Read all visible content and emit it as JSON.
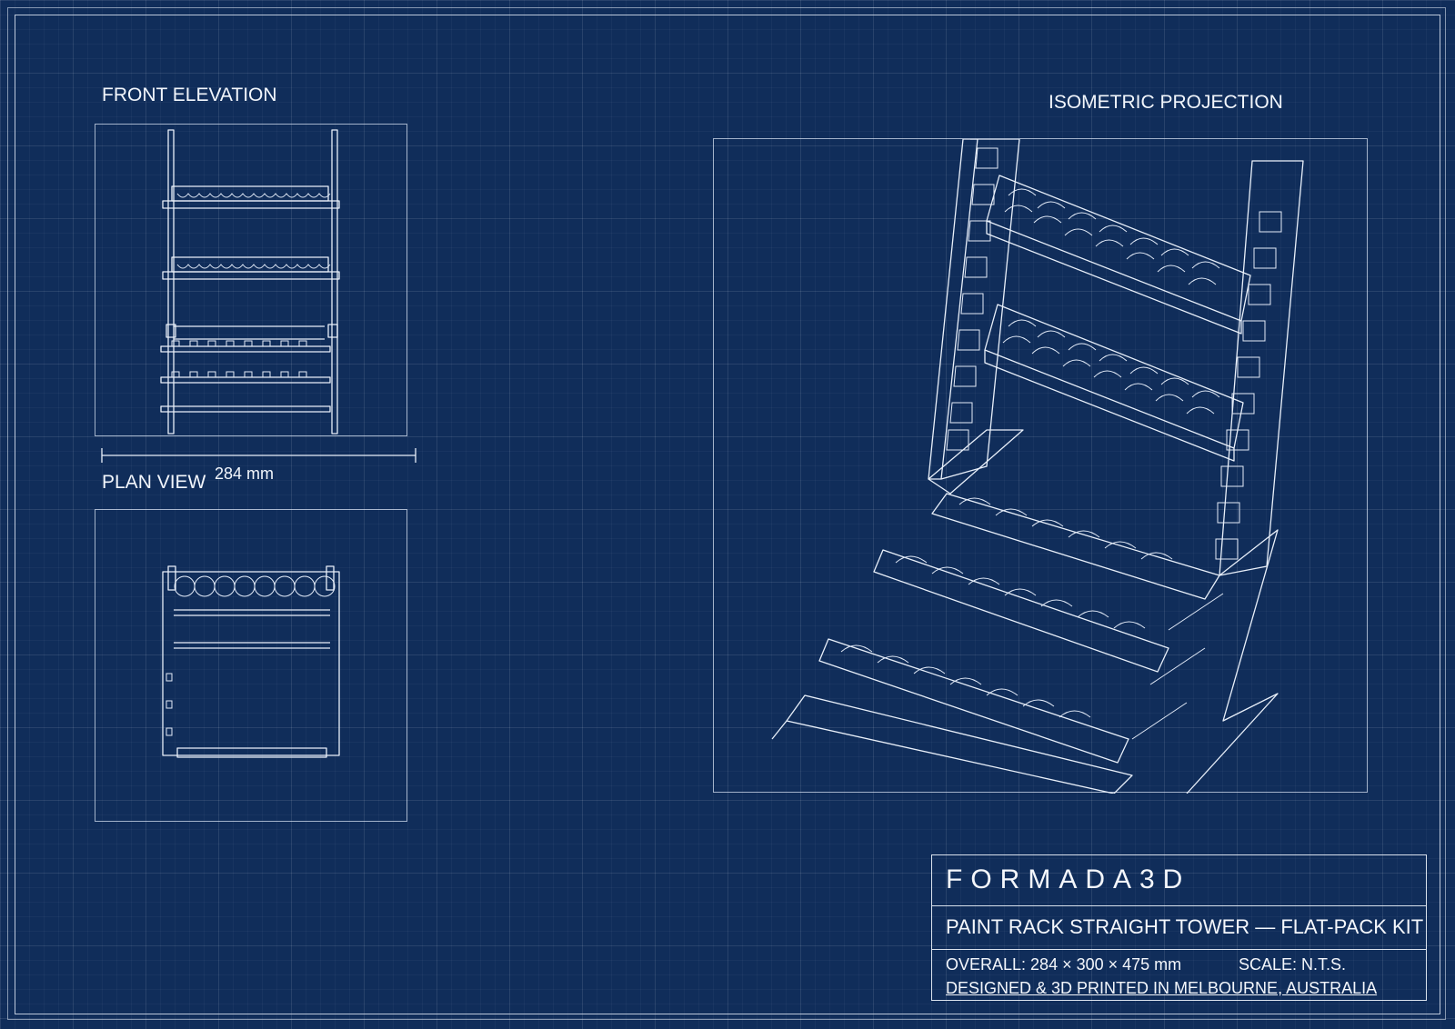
{
  "drawing": {
    "front_title": "FRONT ELEVATION",
    "plan_title": "PLAN VIEW",
    "iso_title": "ISOMETRIC PROJECTION",
    "width_dimension": "284 mm"
  },
  "title_block": {
    "brand": "FORMADA3D",
    "product": "PAINT RACK STRAIGHT TOWER — FLAT-PACK KIT",
    "overall": "OVERALL: 284 × 300 × 475 mm",
    "scale": "SCALE: N.T.S.",
    "origin": "DESIGNED & 3D PRINTED IN MELBOURNE, AUSTRALIA"
  },
  "colors": {
    "background": "#102d5a",
    "line": "#e9f0fa"
  }
}
